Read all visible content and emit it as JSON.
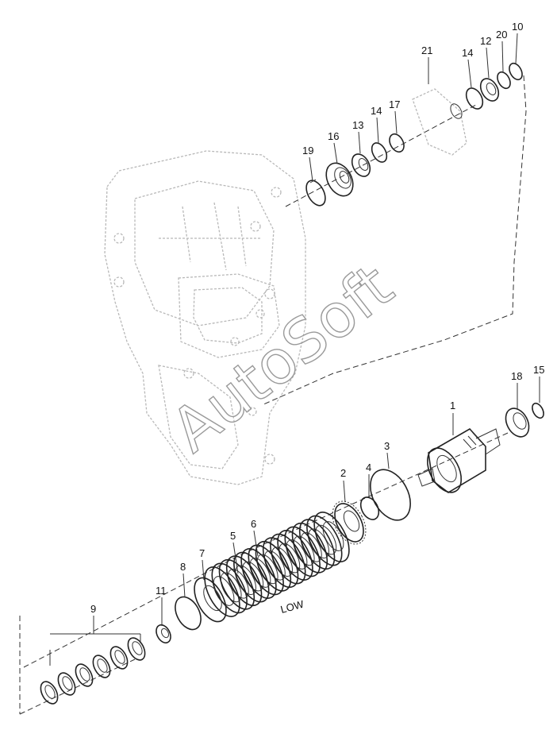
{
  "diagram": {
    "watermark": "AutoSoft",
    "section_label": "LOW",
    "callouts": [
      {
        "id": "c1",
        "text": "1"
      },
      {
        "id": "c2",
        "text": "2"
      },
      {
        "id": "c3",
        "text": "3"
      },
      {
        "id": "c4",
        "text": "4"
      },
      {
        "id": "c5",
        "text": "5"
      },
      {
        "id": "c6",
        "text": "6"
      },
      {
        "id": "c7",
        "text": "7"
      },
      {
        "id": "c8",
        "text": "8"
      },
      {
        "id": "c9",
        "text": "9"
      },
      {
        "id": "c10",
        "text": "10"
      },
      {
        "id": "c11",
        "text": "11"
      },
      {
        "id": "c12",
        "text": "12"
      },
      {
        "id": "c13",
        "text": "13"
      },
      {
        "id": "c14a",
        "text": "14"
      },
      {
        "id": "c14b",
        "text": "14"
      },
      {
        "id": "c15",
        "text": "15"
      },
      {
        "id": "c16",
        "text": "16"
      },
      {
        "id": "c17",
        "text": "17"
      },
      {
        "id": "c18",
        "text": "18"
      },
      {
        "id": "c19",
        "text": "19"
      },
      {
        "id": "c20",
        "text": "20"
      },
      {
        "id": "c21",
        "text": "21"
      }
    ]
  }
}
